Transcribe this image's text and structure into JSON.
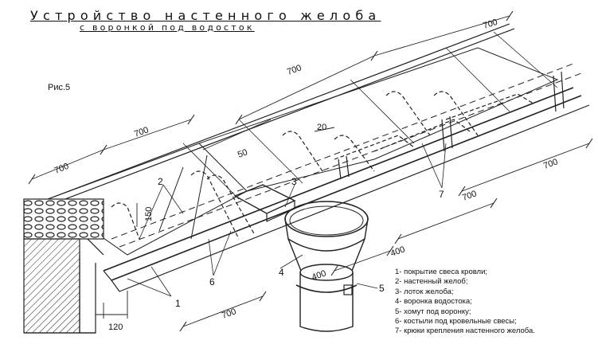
{
  "title": "Устройство настенного желоба",
  "subtitle": "с воронкой под водосток",
  "figure_label": "Рис.5",
  "dimensions": {
    "d700_a": "700",
    "d700_b": "700",
    "d700_c": "700",
    "d700_d": "700",
    "d700_e": "700",
    "d700_f": "700",
    "d700_g": "700",
    "d50": "50",
    "d20": "20",
    "d150": "150",
    "d400_a": "400",
    "d400_b": "400",
    "d120": "120"
  },
  "callouts": {
    "c1": "1",
    "c2": "2",
    "c3": "3",
    "c4": "4",
    "c5": "5",
    "c6": "6",
    "c7": "7"
  },
  "legend": [
    "1- покрытие свеса кровли;",
    "2- настенный желоб;",
    "3- лоток желоба;",
    "4- воронка водостока;",
    "5- хомут под воронку;",
    "6-  костыли под кровельные свесы;",
    "7- крюки крепления настенного желоба."
  ]
}
